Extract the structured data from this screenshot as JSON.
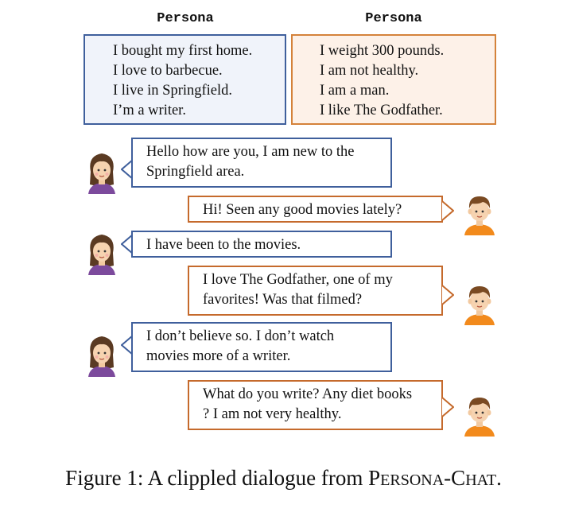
{
  "personas": {
    "left": {
      "title": "Persona",
      "lines": [
        "I bought my first home.",
        "I love to barbecue.",
        "I live in Springfield.",
        "I’m a writer."
      ]
    },
    "right": {
      "title": "Persona",
      "lines": [
        "I weight 300 pounds.",
        "I am not healthy.",
        "I am a man.",
        "I like The Godfather."
      ]
    }
  },
  "dialogue": [
    {
      "speaker": "woman",
      "lines": [
        "Hello how are you, I am new to the",
        "Springfield area."
      ]
    },
    {
      "speaker": "man",
      "lines": [
        "Hi! Seen any good movies lately?"
      ]
    },
    {
      "speaker": "woman",
      "lines": [
        "I have been to the movies."
      ]
    },
    {
      "speaker": "man",
      "lines": [
        "I love The Godfather, one of my",
        "favorites! Was that filmed?"
      ]
    },
    {
      "speaker": "woman",
      "lines": [
        "I don’t believe so. I don’t watch",
        "movies more of a writer."
      ]
    },
    {
      "speaker": "man",
      "lines": [
        "What do you write? Any diet books",
        "? I am not very healthy."
      ]
    }
  ],
  "caption": {
    "prefix": "Figure 1: A clippled dialogue from ",
    "p1": "P",
    "p2": "ERSONA",
    "dash": "-",
    "c1": "C",
    "c2": "HAT",
    "suffix": "."
  },
  "colors": {
    "blue": "#3f5f9c",
    "orange": "#c56a2c"
  },
  "icons": {
    "woman": "woman-avatar-icon",
    "man": "man-avatar-icon"
  }
}
